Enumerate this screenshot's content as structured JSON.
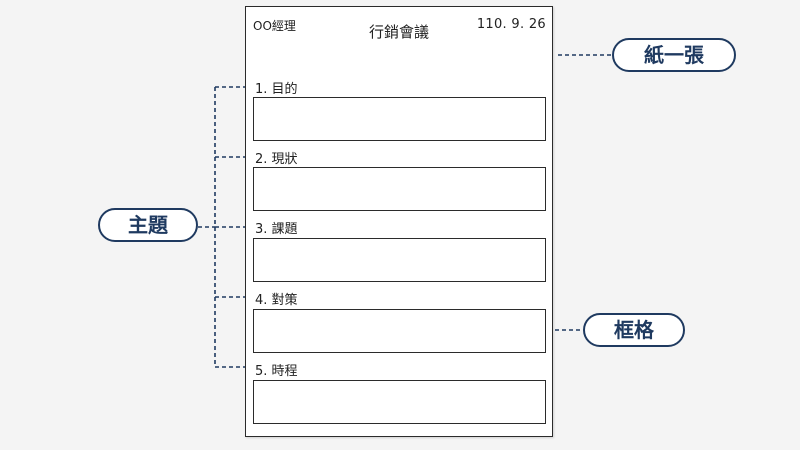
{
  "sheet": {
    "header_left": "OO經理",
    "title": "行銷會議",
    "date": "110. 9. 26"
  },
  "sections": [
    {
      "label": "1. 目的"
    },
    {
      "label": "2. 現狀"
    },
    {
      "label": "3. 課題"
    },
    {
      "label": "4. 對策"
    },
    {
      "label": "5. 時程"
    }
  ],
  "callouts": {
    "sheet": "紙一張",
    "topic": "主題",
    "frame": "框格"
  },
  "colors": {
    "accent": "#1f3a60",
    "background": "#f4f4f4",
    "line": "#2b2b2b"
  }
}
